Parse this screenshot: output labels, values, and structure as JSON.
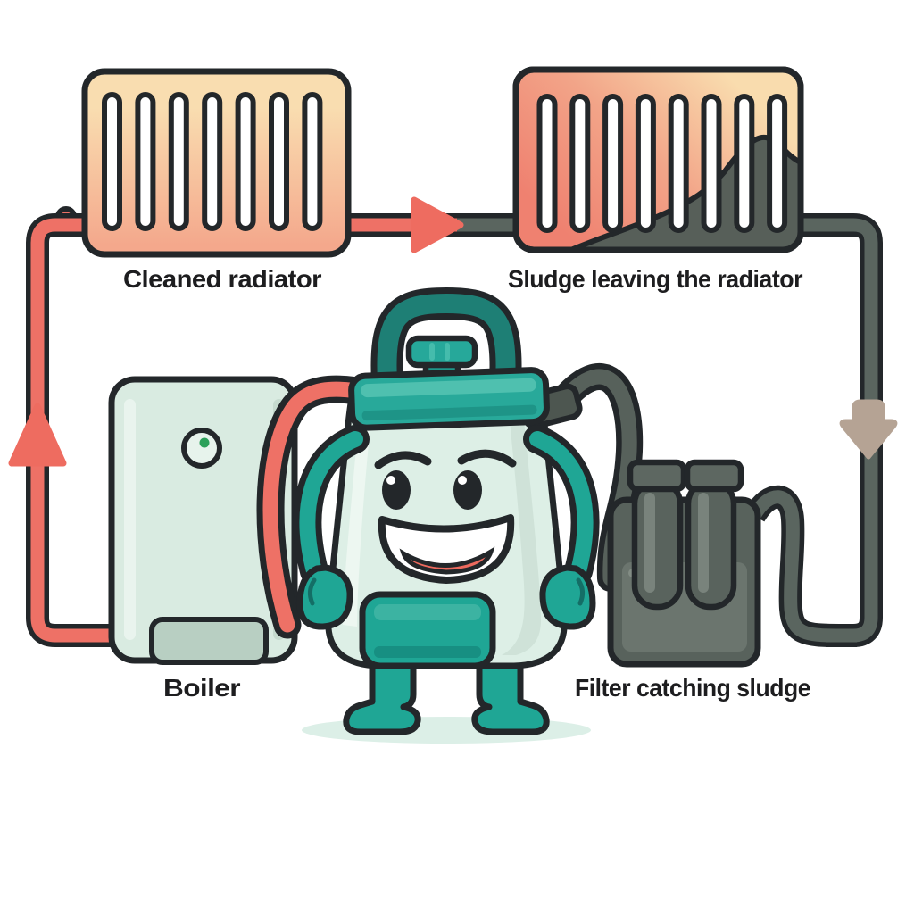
{
  "diagram": {
    "title_none_visible": "",
    "labels": {
      "cleaned_radiator": "Cleaned radiator",
      "sludge_leaving": "Sludge leaving the radiator",
      "boiler": "Boiler",
      "filter": "Filter catching sludge"
    },
    "components": [
      {
        "name": "cleaned-radiator",
        "label": "Cleaned radiator",
        "slots": 7,
        "has_sludge": false
      },
      {
        "name": "sludge-radiator",
        "label": "Sludge leaving the radiator",
        "slots": 8,
        "has_sludge": true
      },
      {
        "name": "boiler",
        "label": "Boiler"
      },
      {
        "name": "power-flush-mascot",
        "label": ""
      },
      {
        "name": "sludge-filter",
        "label": "Filter catching sludge"
      }
    ],
    "flow": {
      "direction": "clockwise-loop",
      "arrows": [
        {
          "name": "arrow-up-left-pipe",
          "color": "#ee6c60"
        },
        {
          "name": "arrow-right-top-pipe",
          "color": "#ee6c60"
        },
        {
          "name": "arrow-down-right-pipe",
          "color": "#b5a394"
        }
      ]
    },
    "colors": {
      "outline": "#23272a",
      "pipe_hot": "#ee7166",
      "pipe_dirty": "#5a655f",
      "rad1_top": "#f9ddb0",
      "rad1_bottom": "#f4a88c",
      "rad2_left": "#ef8170",
      "rad2_right": "#f9dcae",
      "sludge": "#575f59",
      "boiler_fill": "#d9ebe1",
      "boiler_panel": "#b8cfc2",
      "indicator_green": "#2ca05a",
      "mascot_mint": "#ddefe6",
      "teal_main": "#1fa695",
      "teal_dark": "#1e7f75",
      "collar_teal": "#28a99a",
      "tongue": "#ed6a5e",
      "filter_body": "#58625c",
      "filter_panel": "#6b756e",
      "hose_dark": "#57615b",
      "shadow": "#dcefe7",
      "label_color": "#1d1d1f"
    }
  }
}
